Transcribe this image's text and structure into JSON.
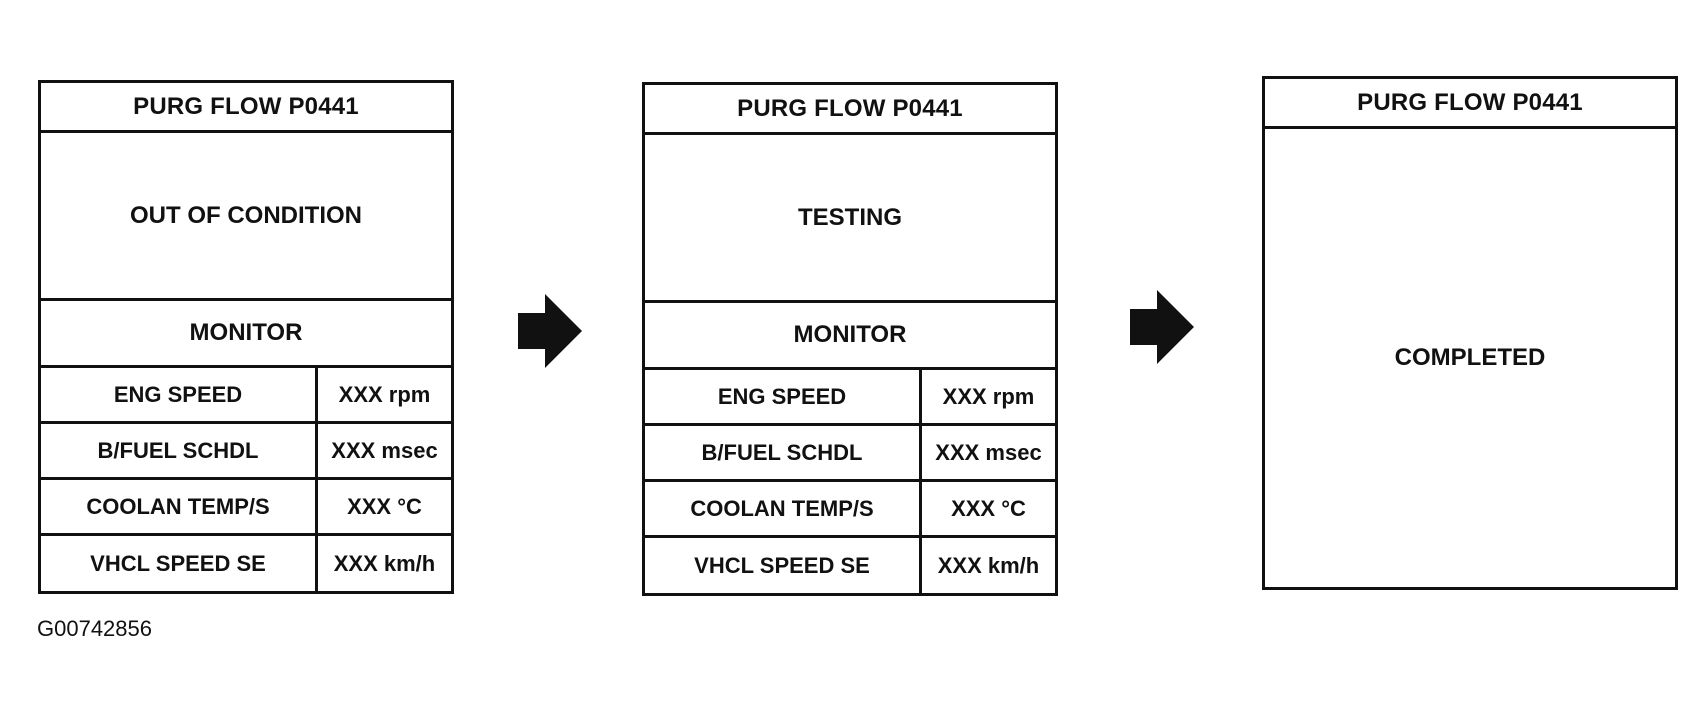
{
  "screens": [
    {
      "title": "PURG FLOW P0441",
      "status": "OUT OF CONDITION",
      "monitor_label": "MONITOR",
      "rows": [
        {
          "label": "ENG SPEED",
          "value": "XXX rpm"
        },
        {
          "label": "B/FUEL SCHDL",
          "value": "XXX msec"
        },
        {
          "label": "COOLAN TEMP/S",
          "value": "XXX °C"
        },
        {
          "label": "VHCL SPEED SE",
          "value": "XXX km/h"
        }
      ]
    },
    {
      "title": "PURG FLOW P0441",
      "status": "TESTING",
      "monitor_label": "MONITOR",
      "rows": [
        {
          "label": "ENG SPEED",
          "value": "XXX rpm"
        },
        {
          "label": "B/FUEL SCHDL",
          "value": "XXX msec"
        },
        {
          "label": "COOLAN TEMP/S",
          "value": "XXX °C"
        },
        {
          "label": "VHCL SPEED SE",
          "value": "XXX km/h"
        }
      ]
    },
    {
      "title": "PURG FLOW P0441",
      "status": "COMPLETED"
    }
  ],
  "arrows": [
    "arrow-right-icon",
    "arrow-right-icon"
  ],
  "figure_id": "G00742856",
  "colors": {
    "line": "#111111",
    "background": "#ffffff"
  }
}
